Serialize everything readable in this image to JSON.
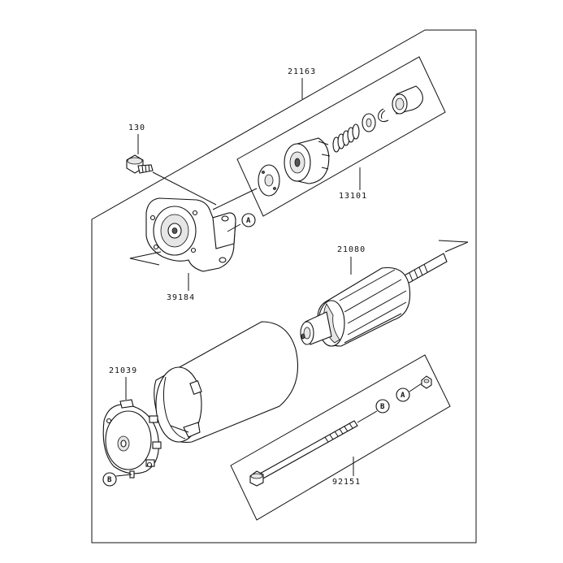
{
  "labels": {
    "p21163": "21163",
    "p130": "130",
    "p13101": "13101",
    "p39184": "39184",
    "p21080": "21080",
    "p21039": "21039",
    "p92151": "92151"
  },
  "callouts": {
    "a_bracket": "A",
    "a_nut": "A",
    "b_rod": "B",
    "b_endcap": "B"
  }
}
